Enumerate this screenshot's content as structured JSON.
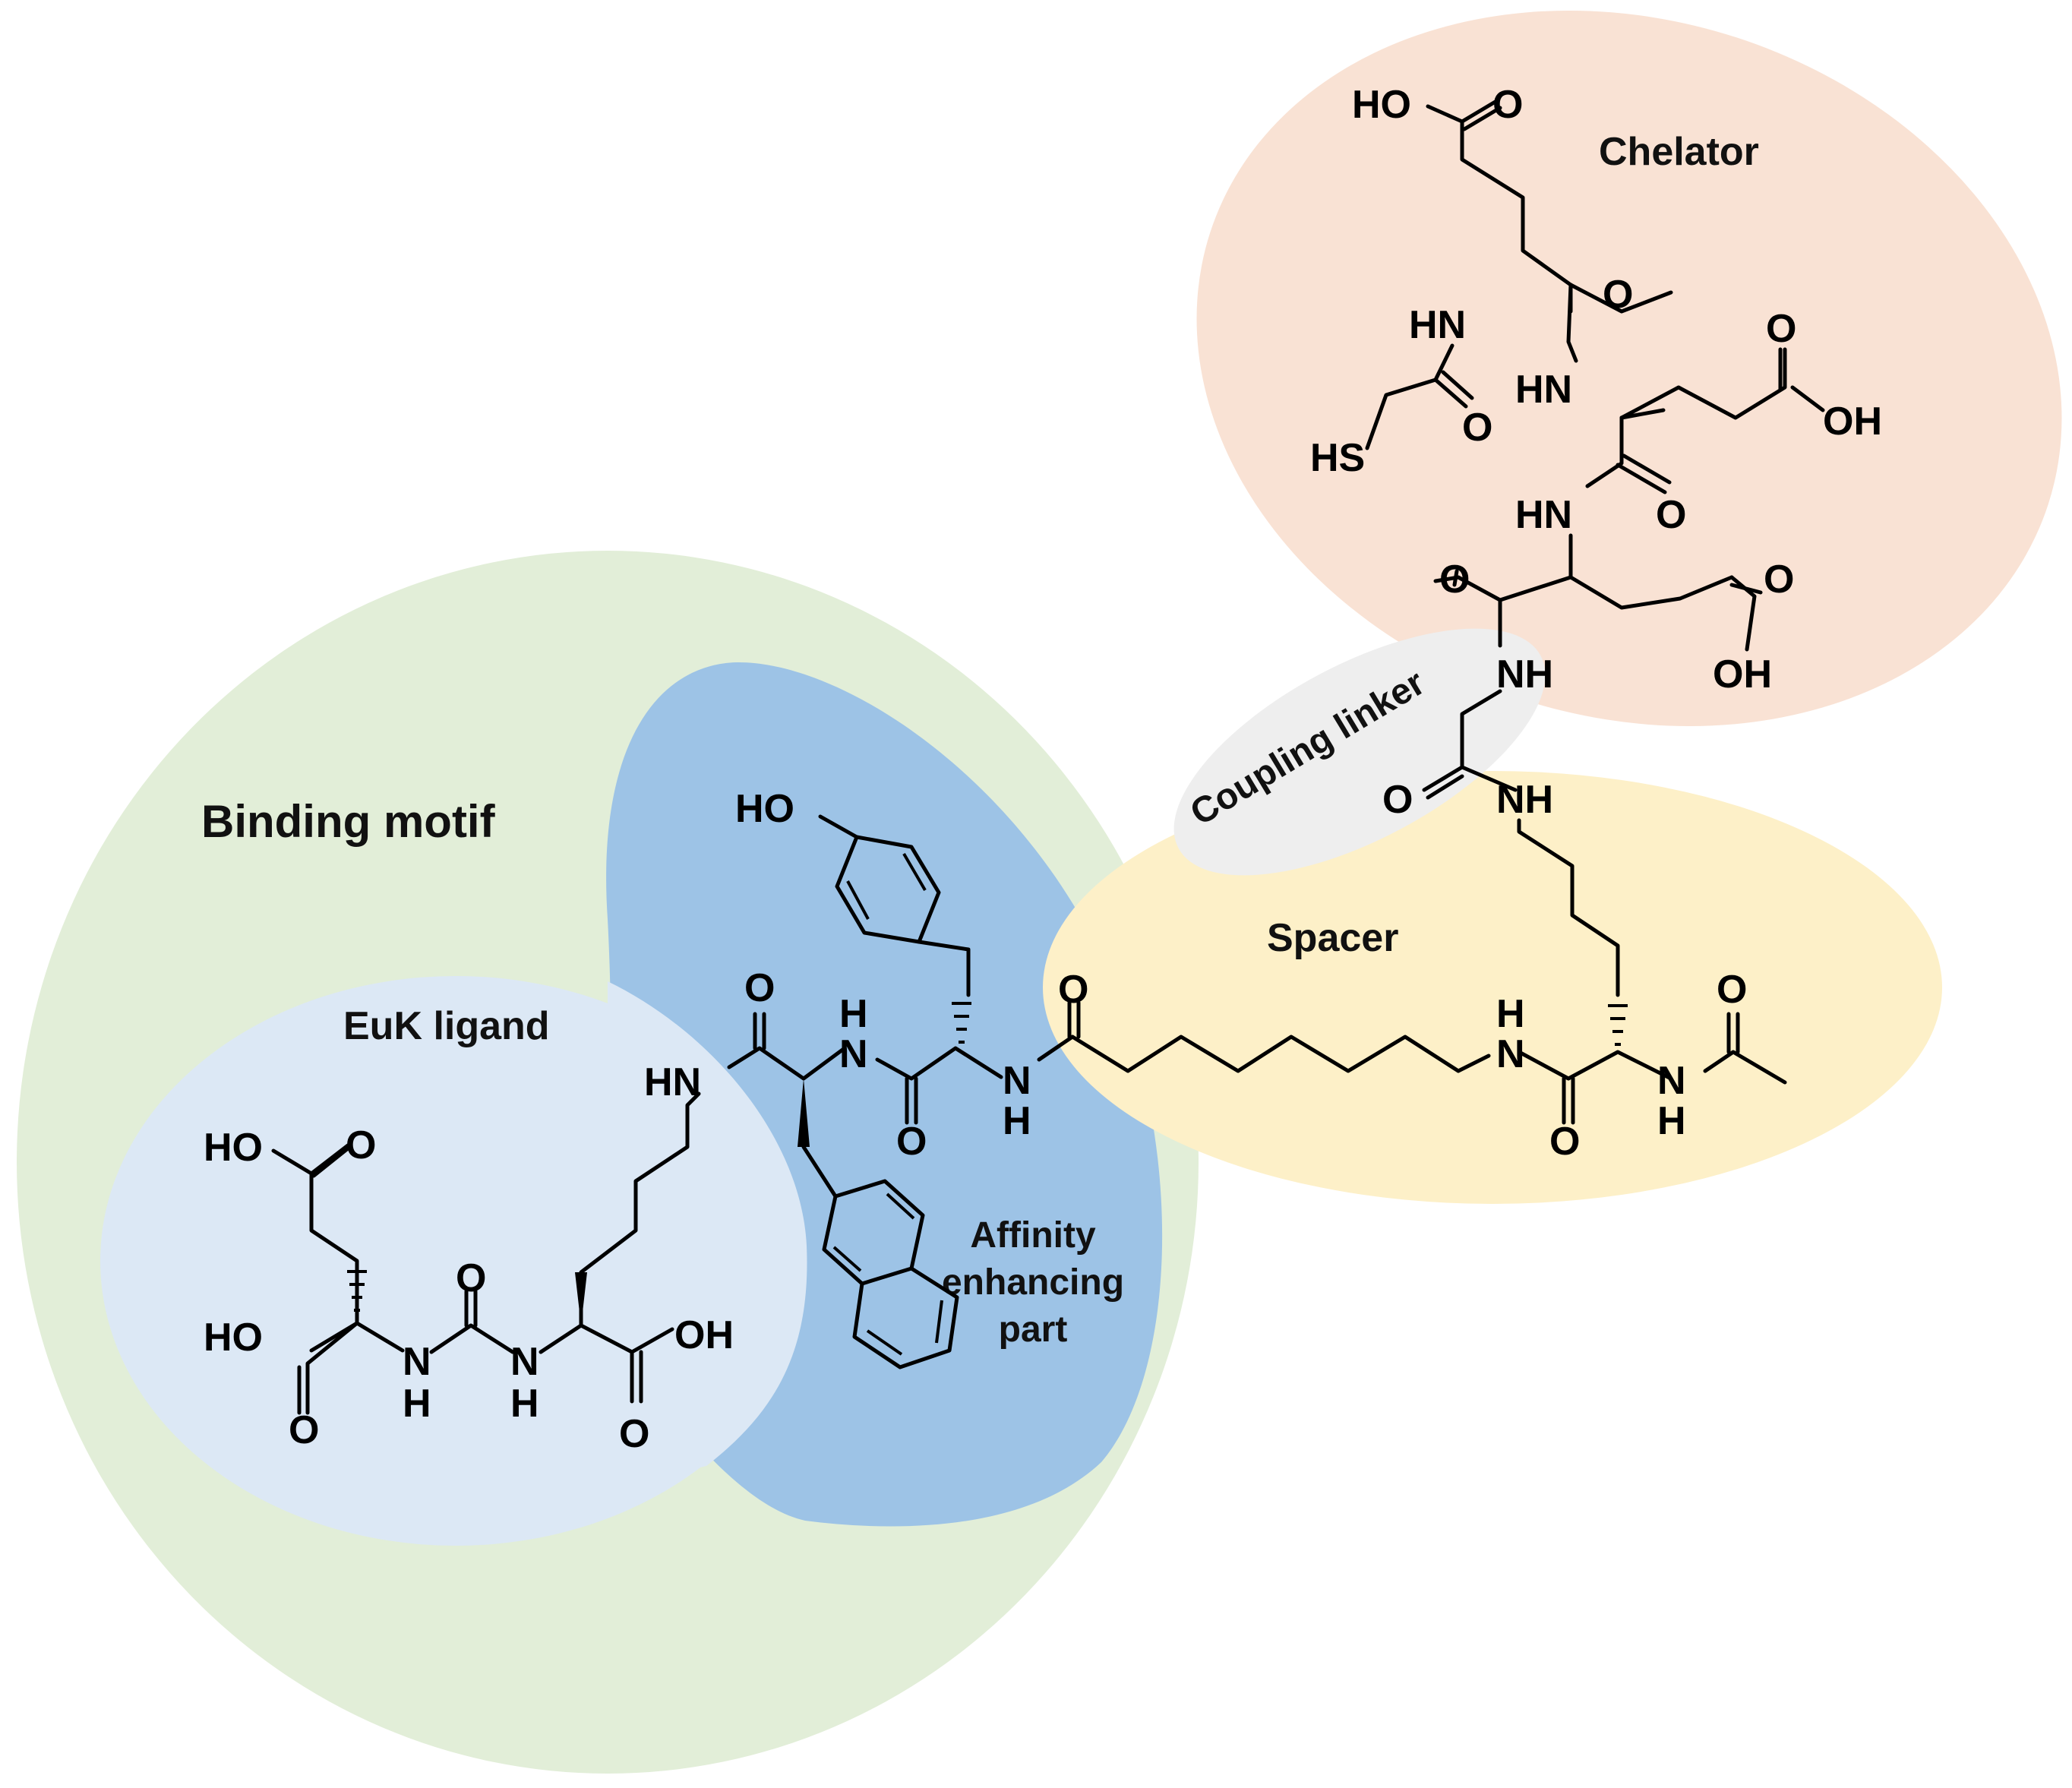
{
  "regions": {
    "binding_motif": {
      "label": "Binding motif",
      "color": "#e2eed8"
    },
    "euk_ligand": {
      "label": "EuK ligand",
      "color": "#dce8f5"
    },
    "affinity": {
      "lines": [
        "Affinity",
        "enhancing",
        "part"
      ],
      "color": "#9dc3e6"
    },
    "spacer": {
      "label": "Spacer",
      "color": "#fdf0c8"
    },
    "coupling_linker": {
      "label": "Coupling linker",
      "color": "#eeeeee"
    },
    "chelator": {
      "label": "Chelator",
      "color": "#f9e2d4"
    }
  },
  "atoms": {
    "ho": "HO",
    "oh": "OH",
    "o": "O",
    "n": "N",
    "h": "H",
    "hn": "HN",
    "nh": "NH",
    "hs": "HS"
  }
}
